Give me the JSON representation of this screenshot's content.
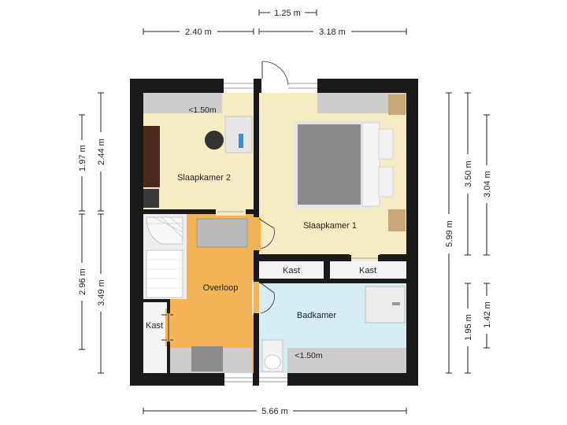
{
  "rooms": {
    "slaapkamer2": "Slaapkamer 2",
    "slaapkamer1": "Slaapkamer 1",
    "overloop": "Overloop",
    "badkamer": "Badkamer",
    "kast_left": "Kast",
    "kast_top_left": "Kast",
    "kast_top_right": "Kast"
  },
  "notes": {
    "slope_top": "<1.50m",
    "slope_bath": "<1.50m"
  },
  "dimensions": {
    "top_small": "1.25 m",
    "top_left": "2.40 m",
    "top_right": "3.18 m",
    "bottom": "5.66 m",
    "left_inner_top": "2.44 m",
    "left_outer_top": "1.97 m",
    "left_outer_bottom": "2.96 m",
    "left_inner_bottom": "3.49 m",
    "right_total": "5.99 m",
    "right_top_a": "3.50 m",
    "right_top_b": "3.04 m",
    "right_bottom_a": "1.95 m",
    "right_bottom_b": "1.42 m"
  },
  "colors": {
    "wall": "#1a1a1a",
    "bedroom": "#f6ecc4",
    "overloop": "#f4b455",
    "badkamer": "#d5edf3",
    "storage": "#f3f3f3",
    "slope": "#cdcdcd",
    "bed": "#8a8a8a"
  }
}
